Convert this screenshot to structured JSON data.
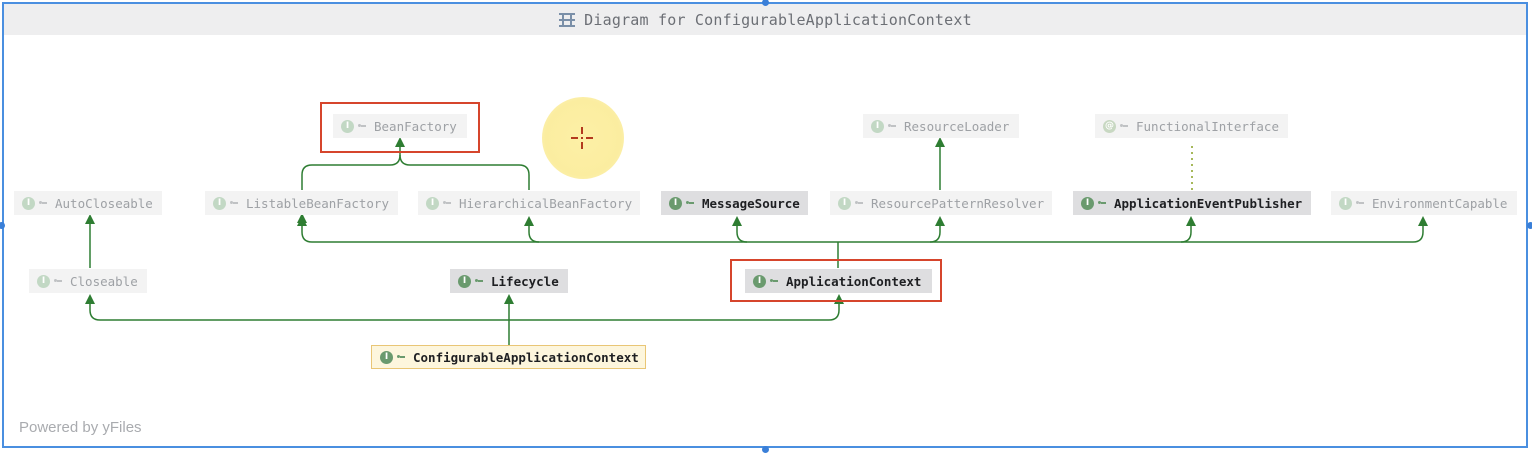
{
  "window": {
    "title": "Diagram for ConfigurableApplicationContext",
    "title_icon": "diagram-icon",
    "footer": "Powered by yFiles"
  },
  "colors": {
    "edge": "#2e7d32",
    "selection_border": "#4a8fe0",
    "highlight_box": "#d6452c",
    "dotted_edge": "#a6b85a"
  },
  "nodes": {
    "beanfactory": {
      "label": "BeanFactory",
      "icon": "interface-icon",
      "style": "faded"
    },
    "resourceloader": {
      "label": "ResourceLoader",
      "icon": "interface-icon",
      "style": "faded"
    },
    "functionalinterface": {
      "label": "FunctionalInterface",
      "icon": "annotation-icon",
      "style": "faded"
    },
    "autocloseable": {
      "label": "AutoCloseable",
      "icon": "interface-icon",
      "style": "faded"
    },
    "listablebeanfactory": {
      "label": "ListableBeanFactory",
      "icon": "interface-icon",
      "style": "faded"
    },
    "hierarchicalbeanfactory": {
      "label": "HierarchicalBeanFactory",
      "icon": "interface-icon",
      "style": "faded"
    },
    "messagesource": {
      "label": "MessageSource",
      "icon": "interface-icon",
      "style": "dark"
    },
    "resourcepatternresolver": {
      "label": "ResourcePatternResolver",
      "icon": "interface-icon",
      "style": "faded"
    },
    "applicationeventpublisher": {
      "label": "ApplicationEventPublisher",
      "icon": "interface-icon",
      "style": "dark"
    },
    "environmentcapable": {
      "label": "EnvironmentCapable",
      "icon": "interface-icon",
      "style": "faded"
    },
    "closeable": {
      "label": "Closeable",
      "icon": "interface-icon",
      "style": "faded"
    },
    "lifecycle": {
      "label": "Lifecycle",
      "icon": "interface-icon",
      "style": "dark"
    },
    "applicationcontext": {
      "label": "ApplicationContext",
      "icon": "interface-icon",
      "style": "dark"
    },
    "configurableapplicationcontext": {
      "label": "ConfigurableApplicationContext",
      "icon": "interface-icon",
      "style": "selected"
    }
  },
  "icon_glyphs": {
    "interface": "I",
    "annotation": "@"
  },
  "highlighted": [
    "beanfactory",
    "applicationcontext"
  ],
  "cursor": {
    "icon": "crosshair-cursor-icon"
  }
}
